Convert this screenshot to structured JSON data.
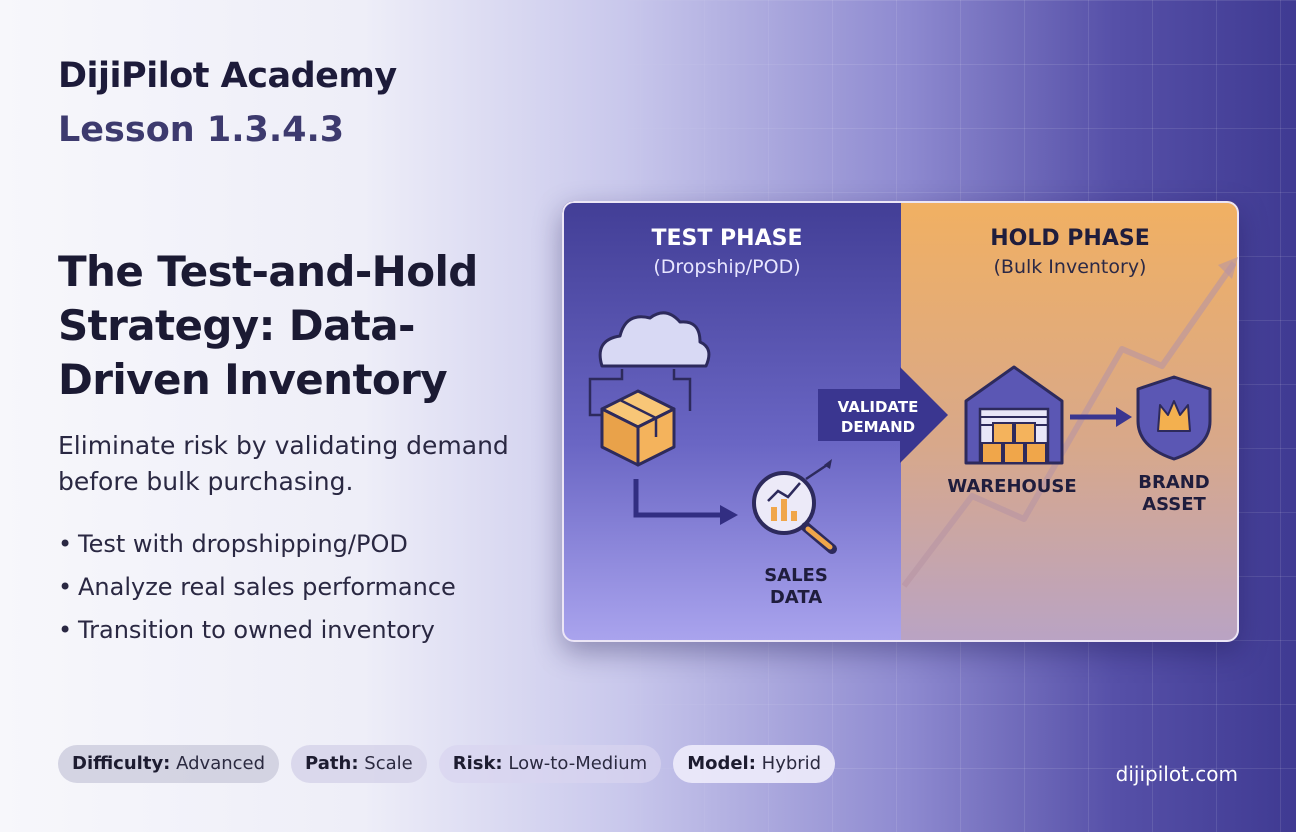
{
  "header": {
    "brand": "DijiPilot Academy",
    "lesson": "Lesson 1.3.4.3"
  },
  "main": {
    "title": "The Test-and-Hold Strategy: Data-Driven Inventory",
    "subtitle": "Eliminate risk by validating demand before bulk purchasing.",
    "bullets": [
      "Test with dropshipping/POD",
      "Analyze real sales performance",
      "Transition to owned inventory"
    ]
  },
  "diagram": {
    "test_phase": {
      "title": "TEST PHASE",
      "subtitle": "(Dropship/POD)"
    },
    "hold_phase": {
      "title": "HOLD PHASE",
      "subtitle": "(Bulk Inventory)"
    },
    "validate_label_1": "VALIDATE",
    "validate_label_2": "DEMAND",
    "sales_label_1": "SALES",
    "sales_label_2": "DATA",
    "warehouse_label": "WAREHOUSE",
    "brand_label_1": "BRAND",
    "brand_label_2": "ASSET",
    "icons": [
      "cloud-icon",
      "box-icon",
      "magnifier-chart-icon",
      "warehouse-icon",
      "shield-crown-icon"
    ],
    "colors": {
      "test_bg": "#4a46a0",
      "hold_bg": "#f0b46a",
      "arrow": "#3a3690",
      "accent": "#f3b04f"
    }
  },
  "tags": [
    {
      "key": "Difficulty:",
      "value": "Advanced"
    },
    {
      "key": "Path:",
      "value": "Scale"
    },
    {
      "key": "Risk:",
      "value": "Low-to-Medium"
    },
    {
      "key": "Model:",
      "value": "Hybrid"
    }
  ],
  "footer": {
    "site": "dijipilot.com"
  }
}
